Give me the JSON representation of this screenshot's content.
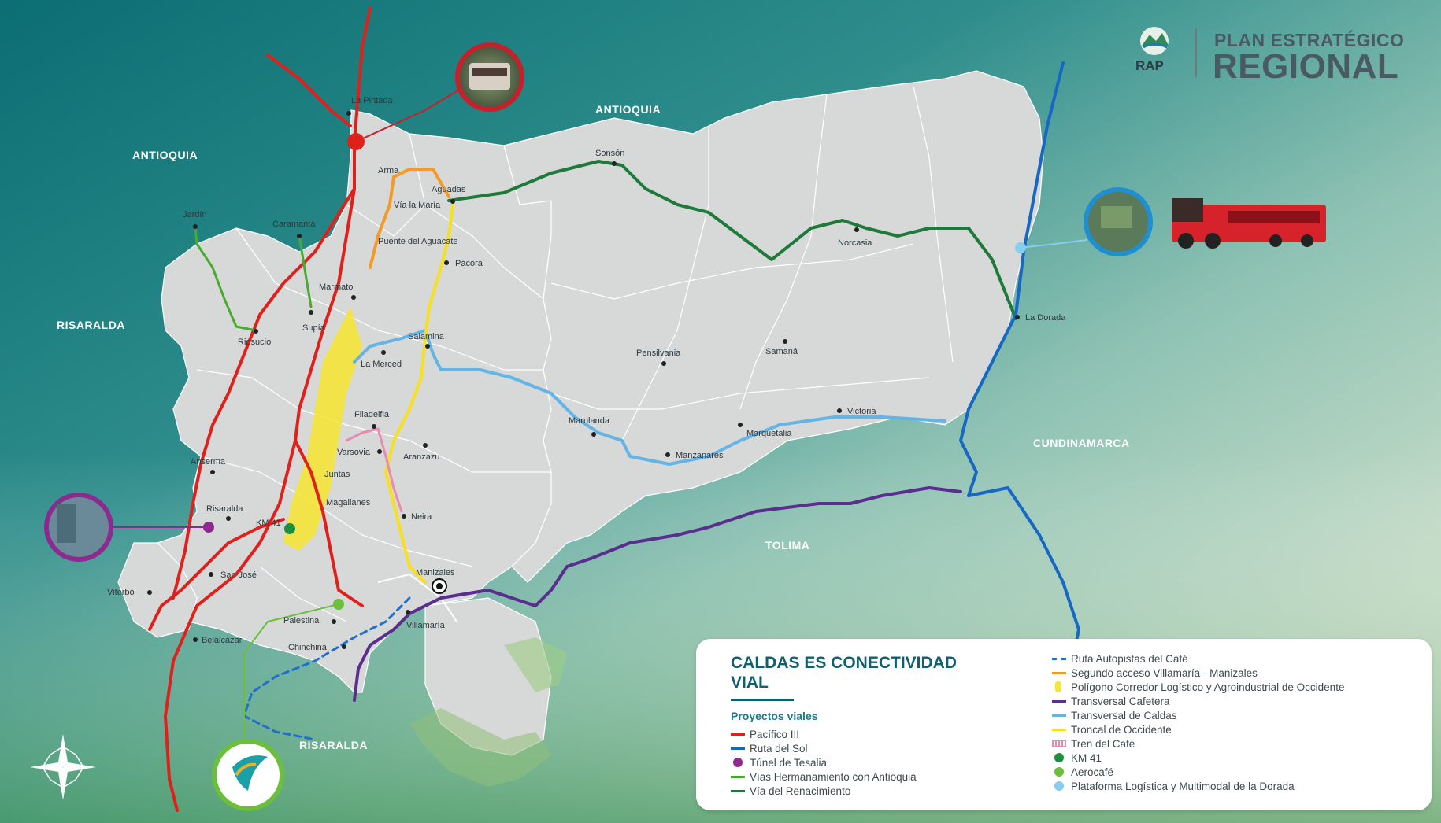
{
  "header": {
    "logo_text": "RAP",
    "title_line1": "PLAN ESTRATÉGICO",
    "title_line2": "REGIONAL"
  },
  "regions": [
    {
      "name": "ANTIOQUIA"
    },
    {
      "name": "ANTIOQUIA"
    },
    {
      "name": "RISARALDA"
    },
    {
      "name": "RISARALDA"
    },
    {
      "name": "CUNDINAMARCA"
    },
    {
      "name": "TOLIMA"
    }
  ],
  "places": [
    "La Pintada",
    "Arma",
    "Aguadas",
    "Vía la María",
    "Puente del Aguacate",
    "Pácora",
    "Marmato",
    "Supía",
    "Riosucio",
    "Jardín",
    "Caramanta",
    "Salamina",
    "La Merced",
    "Filadelfia",
    "Aranzazu",
    "Varsovia",
    "Juntas",
    "Magallanes",
    "Neira",
    "Anserma",
    "Risaralda",
    "KM 41",
    "San José",
    "Viterbo",
    "Belalcázar",
    "Palestina",
    "Chinchiná",
    "Manizales",
    "Villamaría",
    "Marulanda",
    "Manzanares",
    "Marquetalia",
    "Victoria",
    "Pensilvania",
    "Samaná",
    "Norcasia",
    "Sonsón",
    "La Dorada"
  ],
  "colors": {
    "pacifico": "#e0201b",
    "ruta_sol": "#1768c4",
    "tesalia": "#8c2a8f",
    "hermanamiento": "#4aaa2e",
    "renacimiento": "#1e7a3a",
    "autopistas": "#1f6fd1",
    "segundo_acceso": "#f39a2a",
    "poligono": "#f5e43a",
    "cafetera": "#5b2d8f",
    "transversal_caldas": "#64b4e6",
    "troncal": "#f6e01f",
    "tren": "#e98ab2",
    "km41": "#1a8f3e",
    "aerocafe": "#6bbf3a",
    "plataforma": "#86cdee"
  },
  "icons": [
    "compass-rose-icon",
    "train-icon",
    "rap-logo-icon",
    "aerocafe-logo-icon"
  ],
  "legend": {
    "title": "CALDAS ES CONECTIVIDAD VIAL",
    "subtitle": "Proyectos viales",
    "left_items": [
      {
        "label": "Pacífico III",
        "swatch": "line",
        "color_key": "pacifico"
      },
      {
        "label": "Ruta del Sol",
        "swatch": "line",
        "color_key": "ruta_sol"
      },
      {
        "label": "Túnel de Tesalia",
        "swatch": "dot",
        "color_key": "tesalia"
      },
      {
        "label": "Vías Hermanamiento con Antioquia",
        "swatch": "line",
        "color_key": "hermanamiento"
      },
      {
        "label": "Vía del Renacimiento",
        "swatch": "line",
        "color_key": "renacimiento"
      }
    ],
    "right_items": [
      {
        "label": "Ruta Autopistas del Café",
        "swatch": "dash",
        "color_key": "autopistas"
      },
      {
        "label": "Segundo acceso Villamaría - Manizales",
        "swatch": "line",
        "color_key": "segundo_acceso"
      },
      {
        "label": "Polígono Corredor Logístico y Agroindustrial de Occidente",
        "swatch": "poly",
        "color_key": "poligono"
      },
      {
        "label": "Transversal Cafetera",
        "swatch": "line",
        "color_key": "cafetera"
      },
      {
        "label": "Transversal de Caldas",
        "swatch": "line",
        "color_key": "transversal_caldas"
      },
      {
        "label": "Troncal de Occidente",
        "swatch": "line",
        "color_key": "troncal"
      },
      {
        "label": "Tren del Café",
        "swatch": "rail",
        "color_key": "tren"
      },
      {
        "label": "KM 41",
        "swatch": "dot",
        "color_key": "km41"
      },
      {
        "label": "Aerocafé",
        "swatch": "dot",
        "color_key": "aerocafe"
      },
      {
        "label": "Plataforma Logística y Multimodal de la Dorada",
        "swatch": "dot",
        "color_key": "plataforma"
      }
    ]
  }
}
